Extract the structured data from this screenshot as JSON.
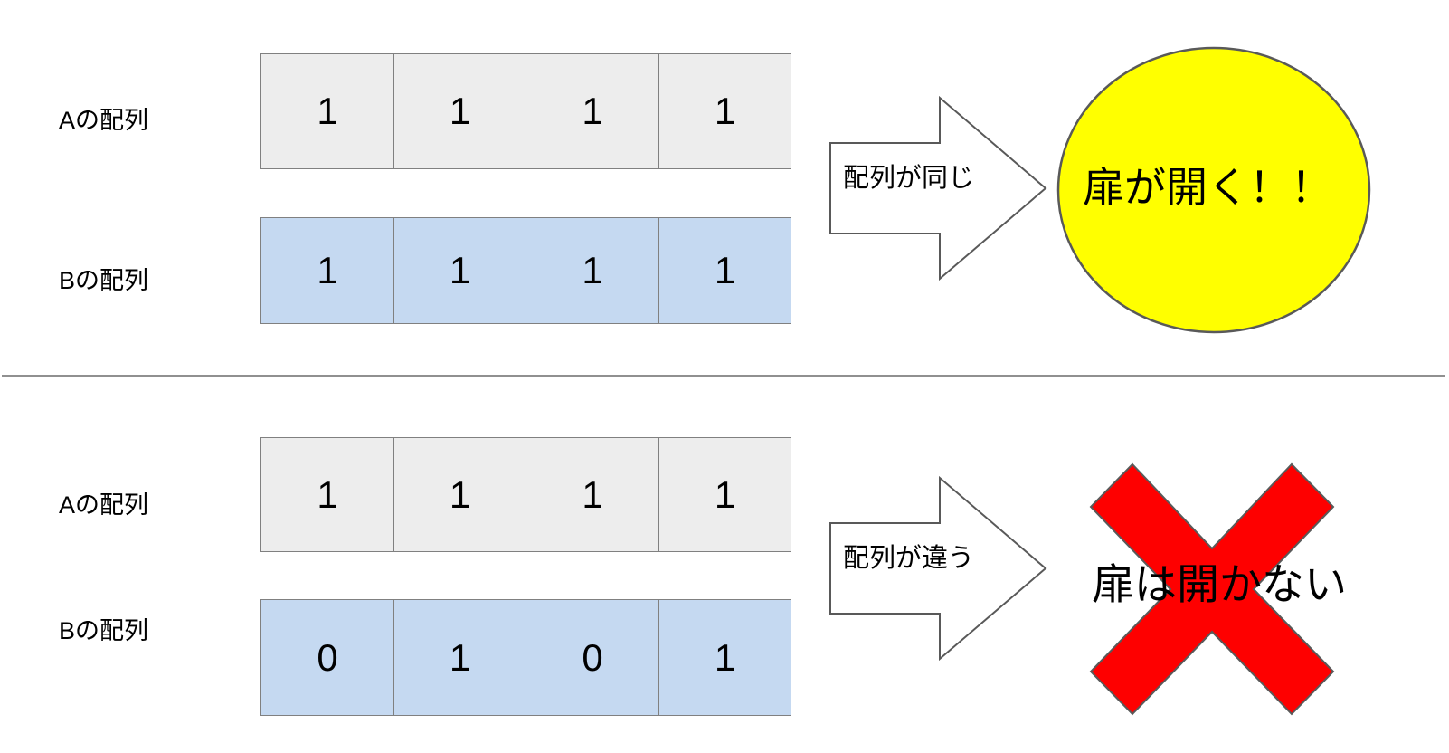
{
  "diagram": {
    "sections": [
      {
        "id": "match-case",
        "rows": [
          {
            "label": "Aの配列",
            "style": "gray",
            "values": [
              "1",
              "1",
              "1",
              "1"
            ]
          },
          {
            "label": "Bの配列",
            "style": "blue",
            "values": [
              "1",
              "1",
              "1",
              "1"
            ]
          }
        ],
        "arrow": {
          "label": "配列が同じ",
          "icon": "right-arrow-outline"
        },
        "result": {
          "shape": "ellipse",
          "label": "扉が開く！！",
          "fill": "#ffff00",
          "stroke": "#595959"
        }
      },
      {
        "id": "mismatch-case",
        "rows": [
          {
            "label": "Aの配列",
            "style": "gray",
            "values": [
              "1",
              "1",
              "1",
              "1"
            ]
          },
          {
            "label": "Bの配列",
            "style": "blue",
            "values": [
              "0",
              "1",
              "0",
              "1"
            ]
          }
        ],
        "arrow": {
          "label": "配列が違う",
          "icon": "right-arrow-outline"
        },
        "result": {
          "shape": "cross",
          "label": "扉は開かない",
          "fill": "#fe0000",
          "stroke": "#595959"
        }
      }
    ],
    "colors": {
      "gray_cell": "#ededed",
      "blue_cell": "#c5d9f1",
      "cell_border": "#808080",
      "arrow_stroke": "#595959",
      "yellow": "#ffff00",
      "red": "#fe0000",
      "divider": "#909090"
    }
  }
}
